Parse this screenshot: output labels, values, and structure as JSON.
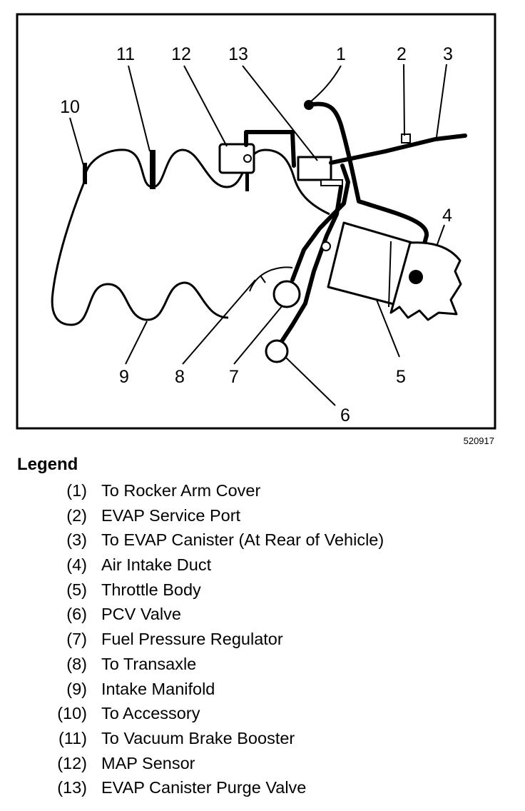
{
  "diagram": {
    "callouts": [
      "1",
      "2",
      "3",
      "4",
      "5",
      "6",
      "7",
      "8",
      "9",
      "10",
      "11",
      "12",
      "13"
    ],
    "figure_number": "520917"
  },
  "legend": {
    "title": "Legend",
    "items": [
      {
        "index": "(1)",
        "text": "To Rocker Arm Cover"
      },
      {
        "index": "(2)",
        "text": "EVAP Service Port"
      },
      {
        "index": "(3)",
        "text": "To EVAP Canister (At Rear of Vehicle)"
      },
      {
        "index": "(4)",
        "text": "Air Intake Duct"
      },
      {
        "index": "(5)",
        "text": "Throttle Body"
      },
      {
        "index": "(6)",
        "text": "PCV Valve"
      },
      {
        "index": "(7)",
        "text": "Fuel Pressure Regulator"
      },
      {
        "index": "(8)",
        "text": "To Transaxle"
      },
      {
        "index": "(9)",
        "text": "Intake Manifold"
      },
      {
        "index": "(10)",
        "text": "To Accessory"
      },
      {
        "index": "(11)",
        "text": "To Vacuum Brake Booster"
      },
      {
        "index": "(12)",
        "text": "MAP Sensor"
      },
      {
        "index": "(13)",
        "text": "EVAP Canister Purge Valve"
      }
    ]
  }
}
